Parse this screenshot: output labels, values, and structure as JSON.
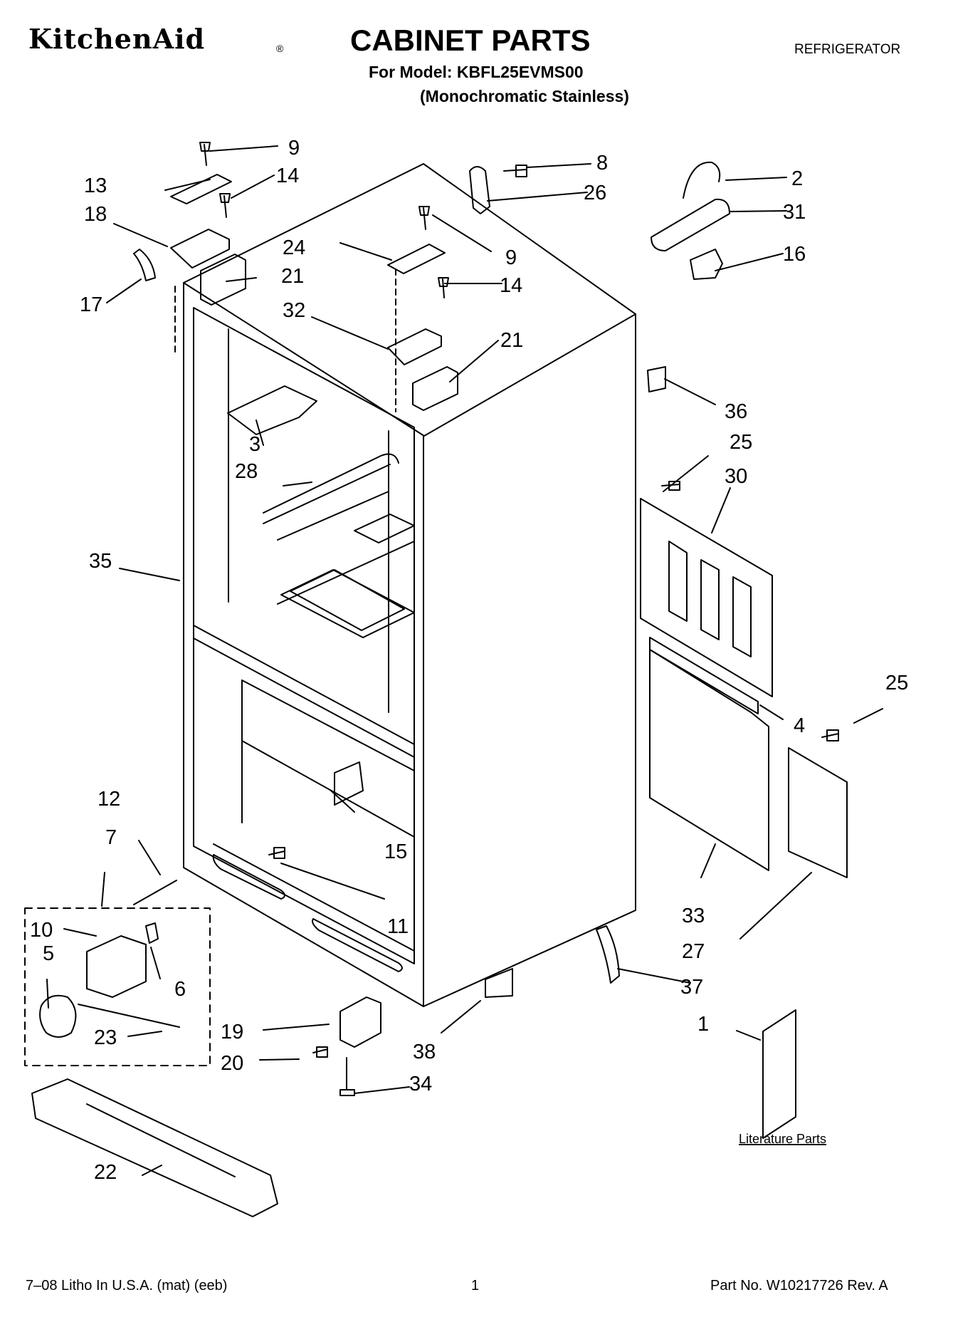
{
  "header": {
    "brand": "KitchenAid",
    "brand_reg": "®",
    "title": "CABINET PARTS",
    "model_line": "For Model: KBFL25EVMS00",
    "finish_line": "(Monochromatic Stainless)",
    "category": "REFRIGERATOR"
  },
  "diagram": {
    "literature_label": "Literature Parts",
    "callouts": [
      "9",
      "8",
      "2",
      "13",
      "14",
      "26",
      "31",
      "18",
      "9",
      "16",
      "24",
      "21",
      "17",
      "14",
      "32",
      "21",
      "36",
      "3",
      "25",
      "28",
      "30",
      "35",
      "25",
      "4",
      "12",
      "15",
      "7",
      "11",
      "33",
      "10",
      "27",
      "5",
      "6",
      "37",
      "19",
      "38",
      "1",
      "23",
      "20",
      "34",
      "22"
    ]
  },
  "footer": {
    "left": "7–08 Litho In U.S.A. (mat) (eeb)",
    "page": "1",
    "part_no": "Part No. W10217726 Rev. A"
  }
}
